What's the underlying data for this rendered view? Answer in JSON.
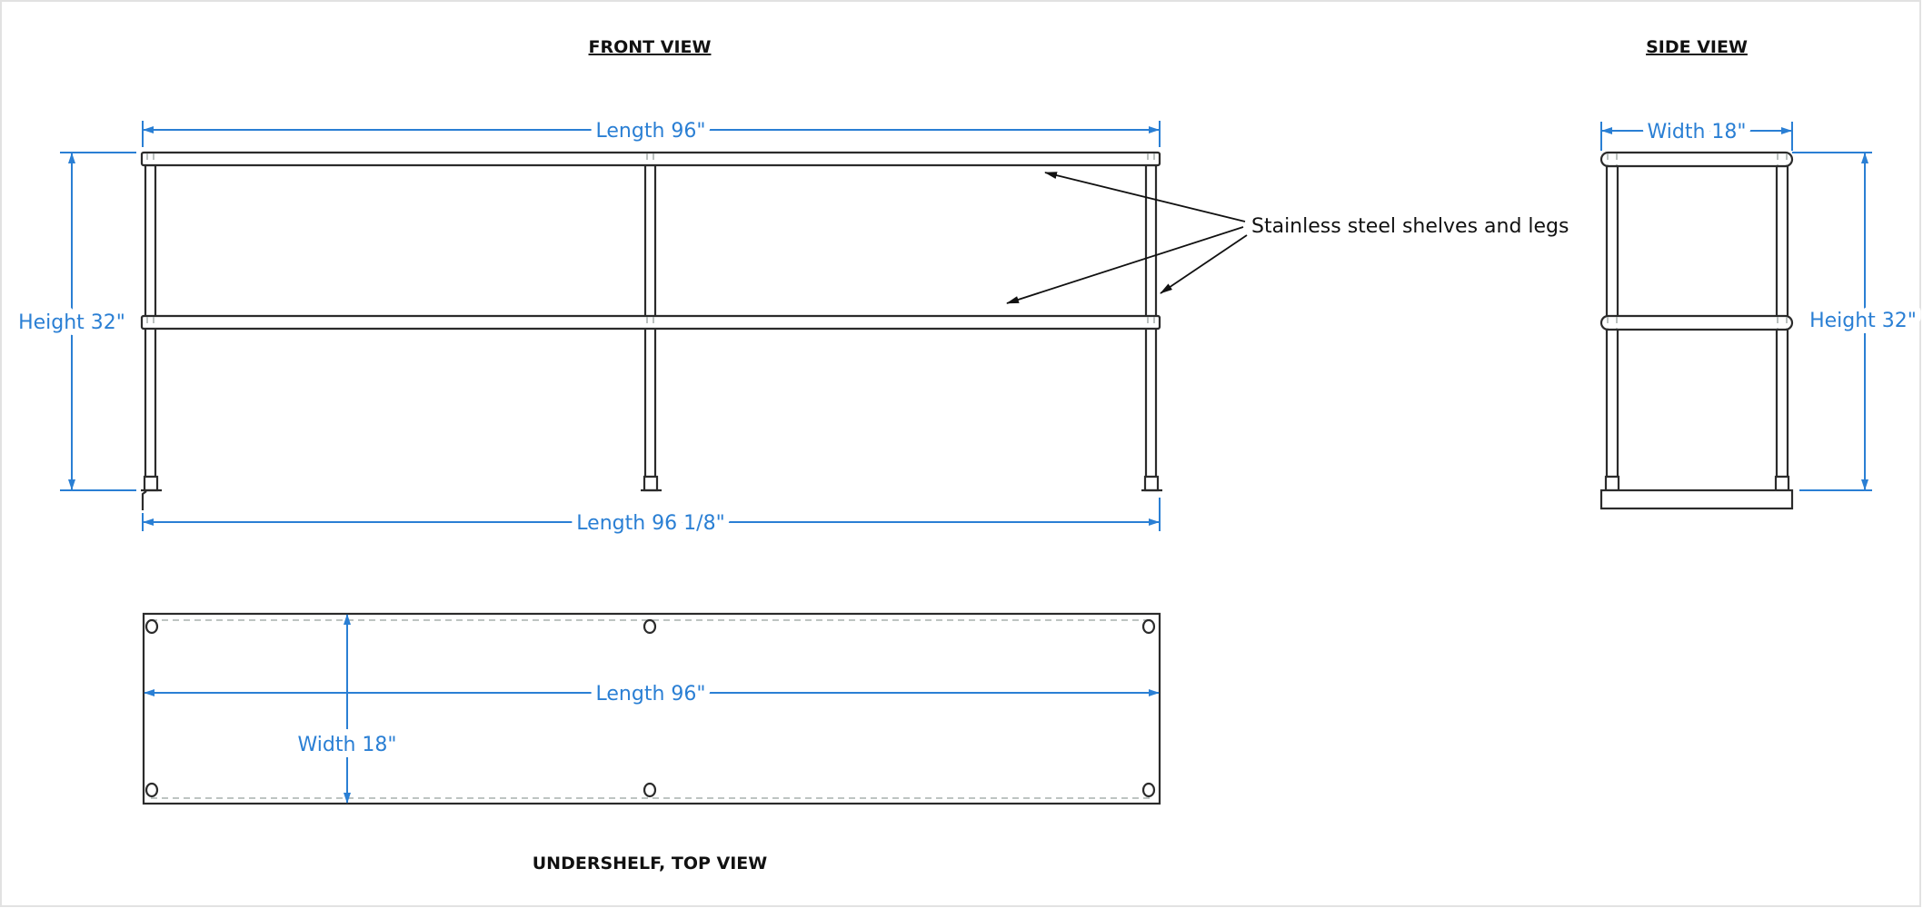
{
  "titles": {
    "front": "FRONT VIEW",
    "side": "SIDE VIEW",
    "top": "UNDERSHELF, TOP VIEW"
  },
  "front_view": {
    "length_top": "Length 96\"",
    "length_bottom": "Length 96 1/8\"",
    "height": "Height 32\""
  },
  "side_view": {
    "width": "Width 18\"",
    "height": "Height 32\""
  },
  "top_view": {
    "length": "Length 96\"",
    "width": "Width 18\""
  },
  "annotation": "Stainless steel shelves and legs",
  "colors": {
    "dimension": "#2a7fd4",
    "outline": "#2b2b2b"
  }
}
